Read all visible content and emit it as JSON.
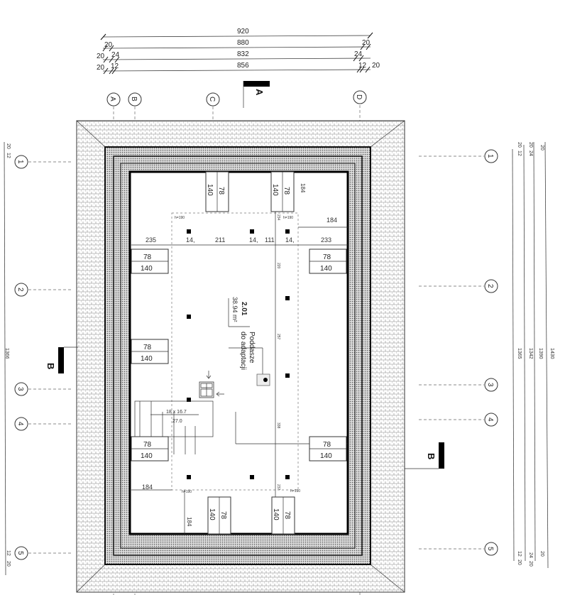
{
  "top_dimensions": {
    "row1": {
      "center": "920"
    },
    "row2": {
      "left": "20",
      "center": "880",
      "right": "20"
    },
    "row3": {
      "left_outer": "20",
      "left_inner": "24",
      "center": "832",
      "right": "24"
    },
    "row4": {
      "left_outer": "20",
      "left_inner": "12",
      "center": "856",
      "right_inner": "12",
      "right_outer": "20"
    }
  },
  "right_dimensions": {
    "d1430": "1430",
    "d1390": "1390",
    "d1342": "1342",
    "d1365": "1365",
    "top_20a": "20",
    "top_20b": "20",
    "top_24": "24",
    "top_20c": "20",
    "top_12": "12",
    "bot_20a": "20",
    "bot_20b": "20",
    "bot_24": "24",
    "bot_12": "12",
    "bot_20c": "20"
  },
  "left_dimensions": {
    "total": "1366",
    "top_20": "20",
    "top_12": "12",
    "bot_12": "12",
    "bot_20": "20"
  },
  "grid_axes": {
    "columns": [
      "A",
      "B",
      "C",
      "D"
    ],
    "rows": [
      "1",
      "2",
      "3",
      "4",
      "5"
    ]
  },
  "section_markers": {
    "a": "A",
    "b": "B"
  },
  "windows": {
    "width": "78",
    "height": "140"
  },
  "room": {
    "number": "2.01",
    "area": "38.94 m²",
    "name_line1": "Poddasze",
    "name_line2": "do adaptacji"
  },
  "stairs": {
    "line1": "18  x 16.7",
    "line2": "27.0"
  },
  "interior_dims": {
    "d235": "235",
    "d211": "211",
    "d111": "111",
    "d233": "233",
    "d14a": "14,",
    "d14b": "14,",
    "d14c": "14,",
    "d184_top": "184",
    "d184_right": "184",
    "d184_left": "184",
    "d184_bottom": "184",
    "d220": "220",
    "d257": "257",
    "d338": "338",
    "d237": "237",
    "d234": "234",
    "h190": "h=190"
  }
}
